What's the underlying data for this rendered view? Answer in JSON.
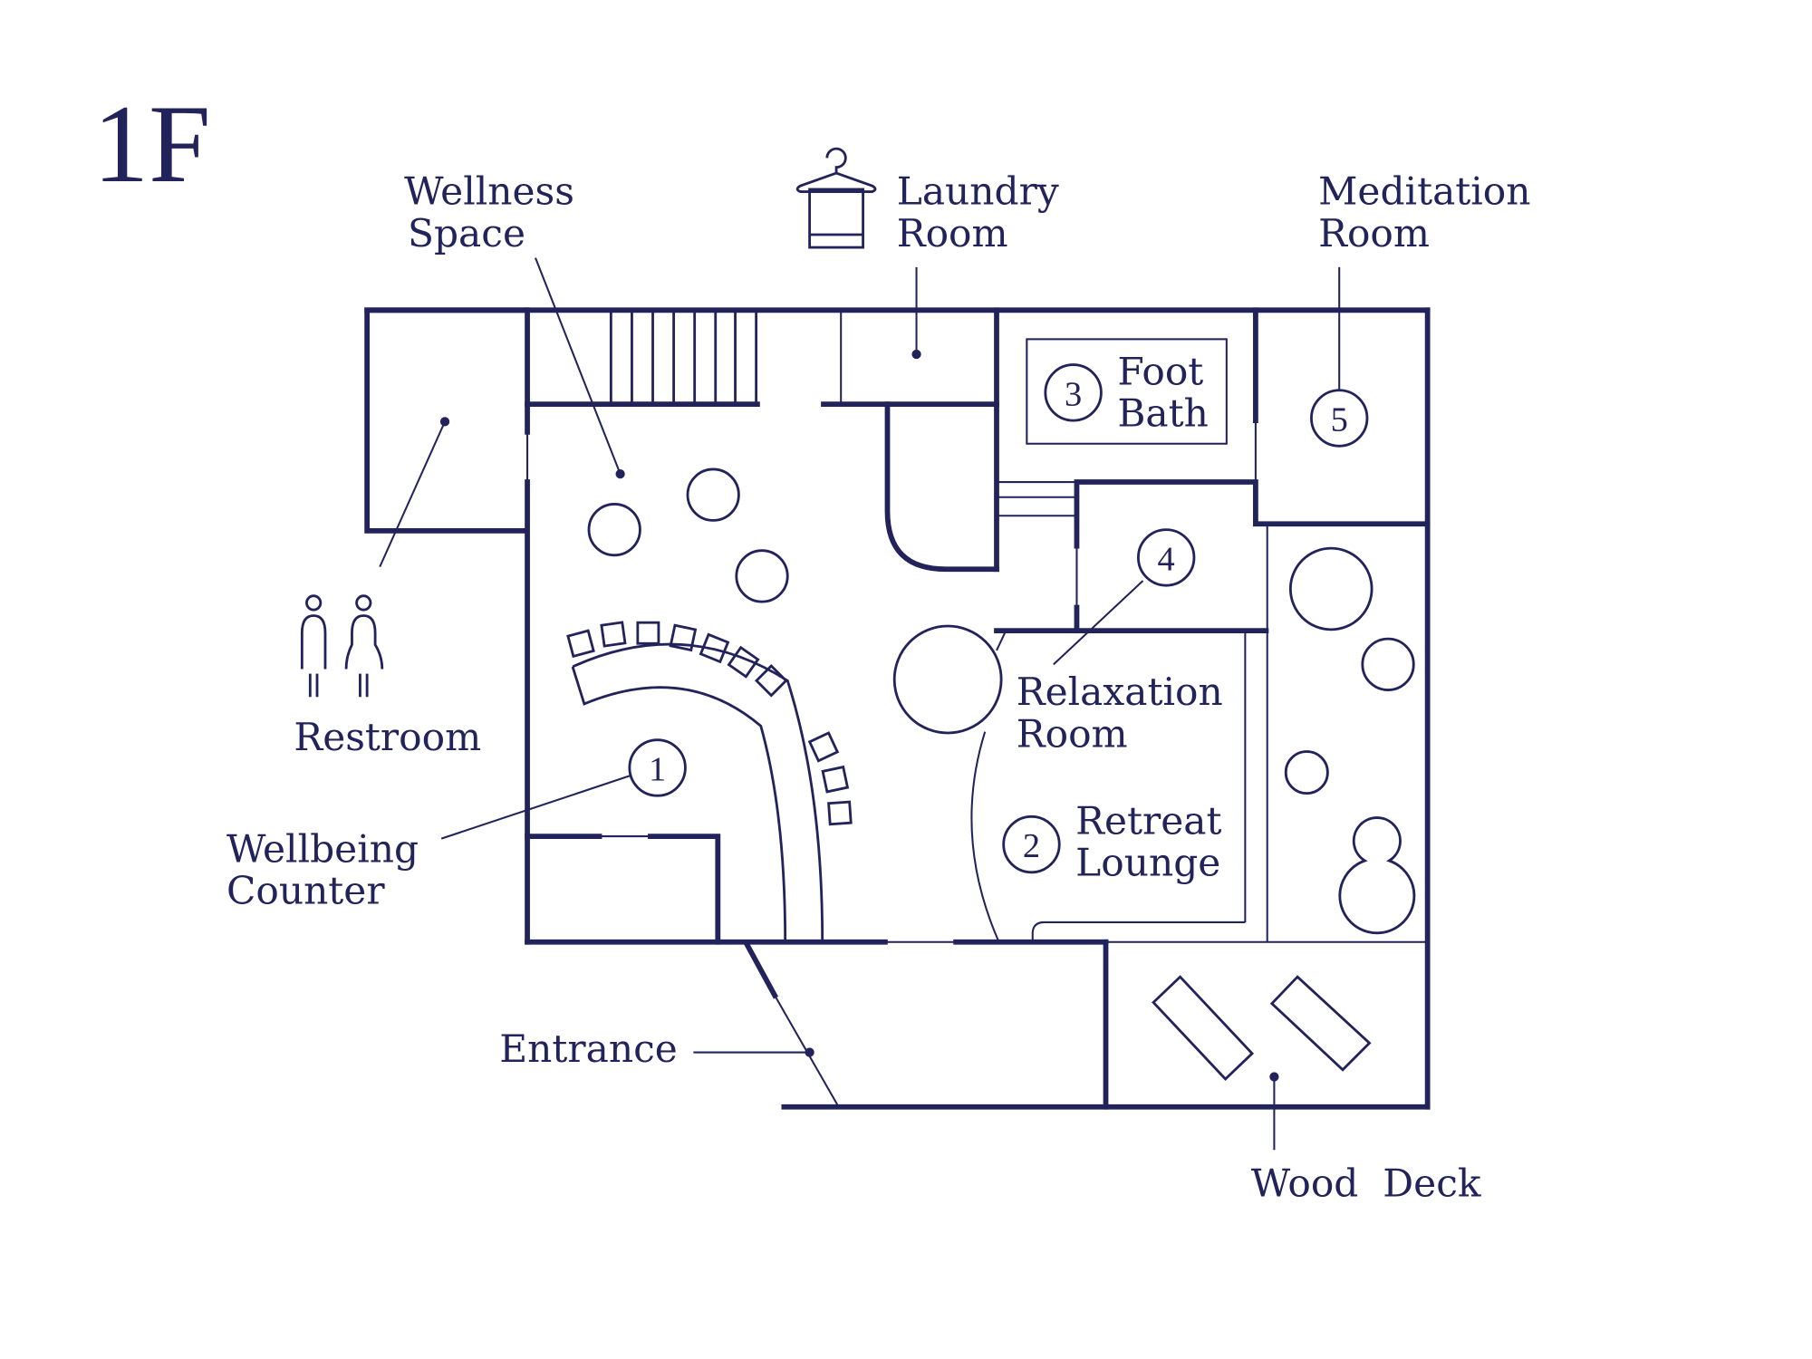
{
  "floor_label": "1F",
  "colors": {
    "ink": "#22235a",
    "background": "#ffffff"
  },
  "labels": {
    "wellness_space": [
      "Wellness",
      "Space"
    ],
    "laundry_room": [
      "Laundry",
      "Room"
    ],
    "meditation_room": [
      "Meditation",
      "Room"
    ],
    "restroom": "Restroom",
    "wellbeing_counter": [
      "Wellbeing",
      "Counter"
    ],
    "relaxation_room": [
      "Relaxation",
      "Room"
    ],
    "retreat_lounge": [
      "Retreat",
      "Lounge"
    ],
    "foot_bath": [
      "Foot",
      "Bath"
    ],
    "entrance": "Entrance",
    "wood_deck": "Wood  Deck"
  },
  "markers": {
    "wellbeing_counter": "1",
    "retreat_lounge": "2",
    "foot_bath": "3",
    "relaxation_room": "4",
    "meditation_room": "5"
  },
  "icons": [
    "hanger-towel-icon",
    "restroom-icon"
  ]
}
